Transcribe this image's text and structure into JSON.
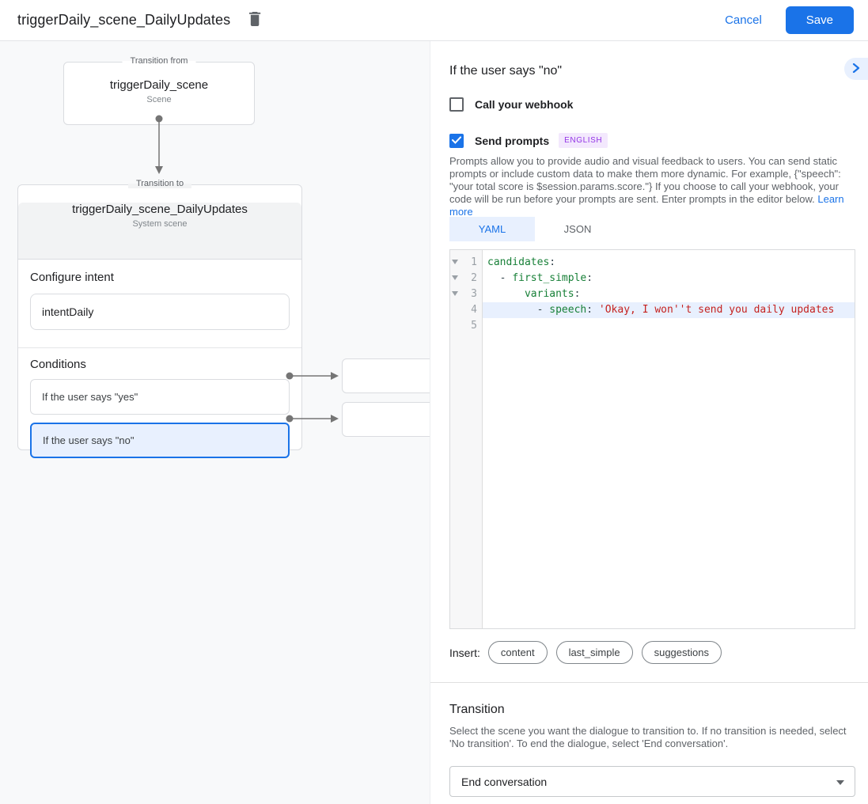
{
  "header": {
    "title": "triggerDaily_scene_DailyUpdates",
    "cancel_label": "Cancel",
    "save_label": "Save"
  },
  "flow": {
    "from_box": {
      "legend": "Transition from",
      "title": "triggerDaily_scene",
      "subtitle": "Scene"
    },
    "to_box": {
      "legend": "Transition to",
      "title": "triggerDaily_scene_DailyUpdates",
      "subtitle": "System scene",
      "intent_label": "Configure intent",
      "intent_value": "intentDaily",
      "conditions_label": "Conditions",
      "conditions": [
        {
          "label": "If the user says \"yes\"",
          "selected": false
        },
        {
          "label": "If the user says \"no\"",
          "selected": true
        }
      ]
    }
  },
  "panel": {
    "title": "If the user says \"no\"",
    "webhook_checkbox": {
      "label": "Call your webhook",
      "checked": false
    },
    "prompts_checkbox": {
      "label": "Send prompts",
      "checked": true,
      "badge": "ENGLISH"
    },
    "description": "Prompts allow you to provide audio and visual feedback to users. You can send static prompts or include custom data to make them more dynamic. For example, {\"speech\": \"your total score is $session.params.score.\"} If you choose to call your webhook, your code will be run before your prompts are sent. Enter prompts in the editor below. ",
    "learn_more_label": "Learn more",
    "tabs": [
      {
        "label": "YAML",
        "active": true
      },
      {
        "label": "JSON",
        "active": false
      }
    ],
    "editor": {
      "lines": [
        {
          "num": "1",
          "fold": true,
          "highlight": false,
          "segments": [
            {
              "text": "candidates",
              "type": "key"
            },
            {
              "text": ":",
              "type": "plain"
            }
          ]
        },
        {
          "num": "2",
          "fold": true,
          "highlight": false,
          "segments": [
            {
              "text": "  - ",
              "type": "plain"
            },
            {
              "text": "first_simple",
              "type": "key"
            },
            {
              "text": ":",
              "type": "plain"
            }
          ]
        },
        {
          "num": "3",
          "fold": true,
          "highlight": false,
          "segments": [
            {
              "text": "      ",
              "type": "plain"
            },
            {
              "text": "variants",
              "type": "key"
            },
            {
              "text": ":",
              "type": "plain"
            }
          ]
        },
        {
          "num": "4",
          "fold": false,
          "highlight": true,
          "segments": [
            {
              "text": "        - ",
              "type": "plain"
            },
            {
              "text": "speech",
              "type": "key"
            },
            {
              "text": ": ",
              "type": "plain"
            },
            {
              "text": "'Okay, I won''t send you daily updates",
              "type": "string"
            }
          ]
        },
        {
          "num": "5",
          "fold": false,
          "highlight": false,
          "segments": []
        }
      ]
    },
    "insert_label": "Insert:",
    "insert_chips": [
      "content",
      "last_simple",
      "suggestions"
    ],
    "transition": {
      "title": "Transition",
      "description": "Select the scene you want the dialogue to transition to. If no transition is needed, select 'No transition'. To end the dialogue, select 'End conversation'.",
      "dropdown_value": "End conversation"
    }
  },
  "colors": {
    "accent_blue": "#1a73e8",
    "selection_blue": "#e8f0fe",
    "yaml_key_green": "#188038",
    "yaml_string_red": "#c5221f",
    "badge_purple": "#9334e6",
    "canvas_gray": "#f8f9fa"
  }
}
